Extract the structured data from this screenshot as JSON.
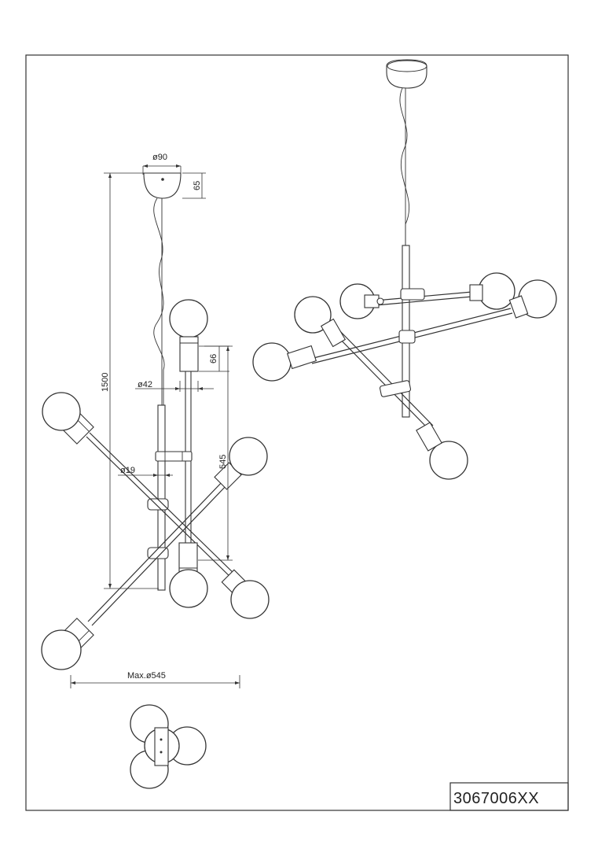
{
  "dimensions": {
    "canopy_diameter": "ø90",
    "canopy_height": "65",
    "overall_height": "1500",
    "socket_length": "66",
    "socket_diameter": "ø42",
    "tube_diameter": "ø19",
    "arm_height": "545",
    "max_diameter": "Max.ø545"
  },
  "product_code": "3067006XX"
}
